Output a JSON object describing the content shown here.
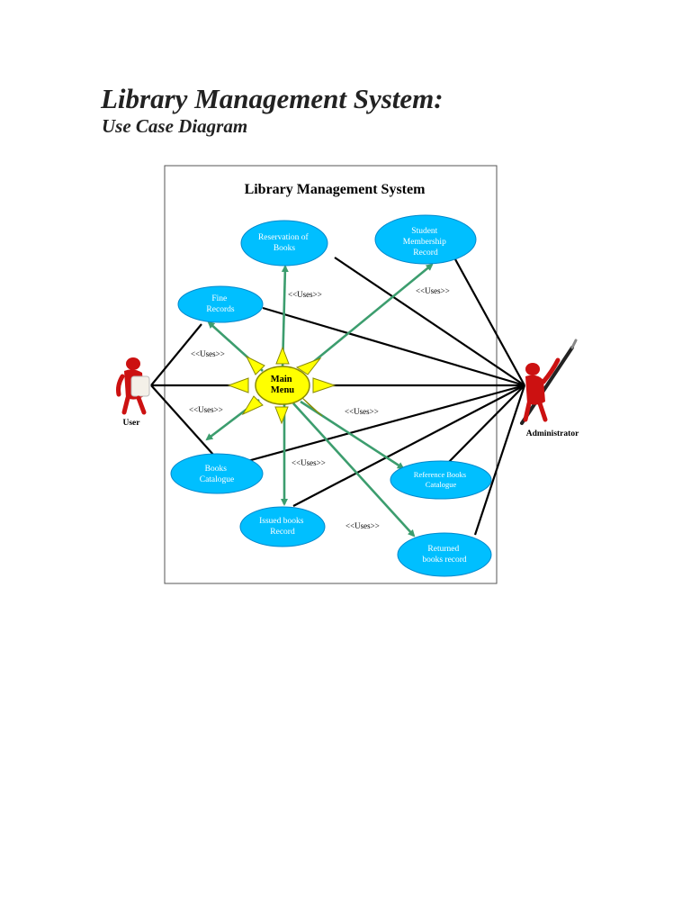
{
  "document": {
    "title": "Library Management System:",
    "subtitle": "Use Case Diagram"
  },
  "diagram": {
    "title": "Library Management System",
    "central": "Main Menu",
    "central_lines": [
      "Main",
      "Menu"
    ],
    "actors": {
      "user": "User",
      "admin": "Administrator"
    },
    "use_cases": {
      "reservation": [
        "Reservation of",
        "Books"
      ],
      "membership": [
        "Student",
        "Membership",
        "Record"
      ],
      "fine": [
        "Fine",
        "Records"
      ],
      "catalogue": [
        "Books",
        "Catalogue"
      ],
      "reference": [
        "Reference Books",
        "Catalogue"
      ],
      "issued": [
        "Issued books",
        "Record"
      ],
      "returned": [
        "Returned",
        "books record"
      ]
    },
    "relation_label": "<<Uses>>",
    "colors": {
      "use_case_fill": "#00BFFF",
      "use_case_stroke": "#0088CC",
      "central_fill": "#FFFF00",
      "uses_arrow": "#3C9D6E",
      "association": "#000000",
      "actor": "#CC1111"
    }
  }
}
